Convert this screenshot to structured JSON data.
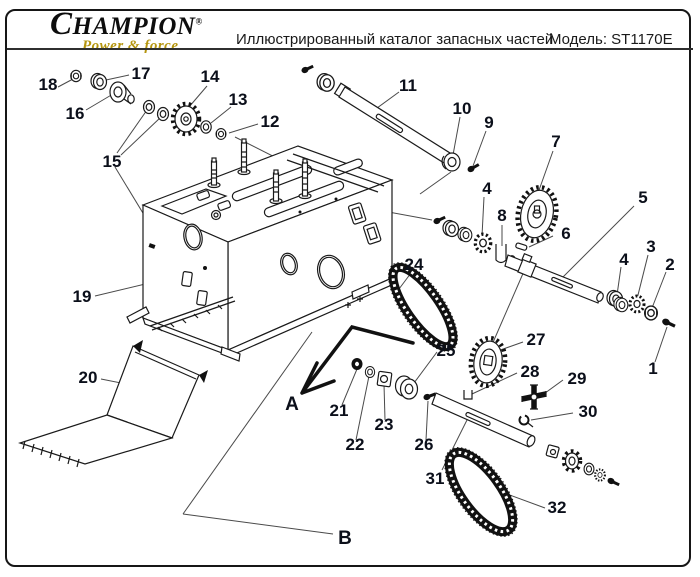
{
  "header": {
    "brand": {
      "name_initial": "C",
      "name_rest": "HAMPION",
      "reg_mark": "®",
      "tagline": "Power & force",
      "tagline_color": "#b5950e"
    },
    "title": "Иллюстрированный каталог запасных частей",
    "model": "Модель: ST1170E"
  },
  "diagram": {
    "description": "Exploded view of auger housing and drive shaft assembly with numbered callouts",
    "line_color": "#1a1a1a",
    "label_color": "#0b0f1a",
    "labels": {
      "l1": "1",
      "l2": "2",
      "l3": "3",
      "l4a": "4",
      "l4b": "4",
      "l5": "5",
      "l6": "6",
      "l7": "7",
      "l8": "8",
      "l9": "9",
      "l10": "10",
      "l11": "11",
      "l12": "12",
      "l13": "13",
      "l14": "14",
      "l15": "15",
      "l16": "16",
      "l17": "17",
      "l18": "18",
      "l19": "19",
      "l20": "20",
      "l21": "21",
      "l22": "22",
      "l23": "23",
      "l24": "24",
      "l25": "25",
      "l26": "26",
      "l27": "27",
      "l28": "28",
      "l29": "29",
      "l30": "30",
      "l31": "31",
      "l32": "32",
      "lA": "A",
      "lB": "B"
    }
  }
}
